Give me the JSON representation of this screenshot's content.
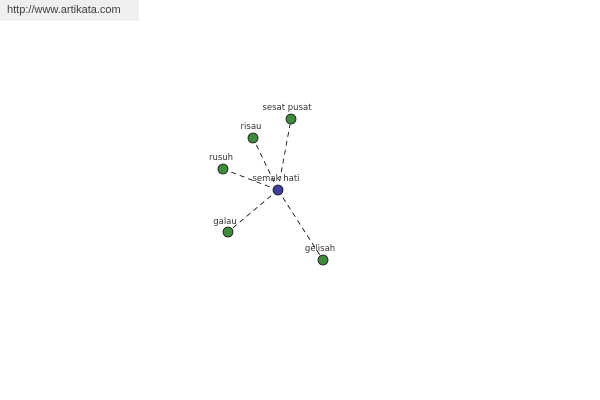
{
  "banner": {
    "url": "http://www.artikata.com"
  },
  "colors": {
    "center_node": "#3c3f9a",
    "leaf_node": "#3f8a3f",
    "edge": "#000000",
    "banner_bg": "#efefef"
  },
  "graph": {
    "center": {
      "label": "semak hati"
    },
    "leaves": [
      {
        "label": "sesat pusat"
      },
      {
        "label": "risau"
      },
      {
        "label": "rusuh"
      },
      {
        "label": "galau"
      },
      {
        "label": "gelisah"
      }
    ]
  }
}
